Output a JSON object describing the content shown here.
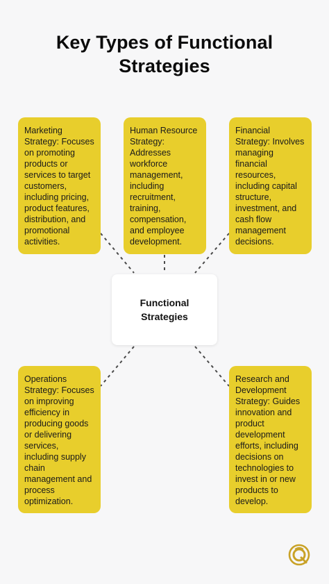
{
  "title": "Key Types of Functional Strategies",
  "center": {
    "label": "Functional Strategies"
  },
  "nodes": [
    {
      "id": "marketing",
      "text": "Marketing Strategy: Focuses on promoting products or services to target customers, including pricing, product features, distribution, and promotional activities."
    },
    {
      "id": "human-resource",
      "text": "Human Resource Strategy: Addresses workforce management, including recruitment, training, compensation, and employee development."
    },
    {
      "id": "financial",
      "text": "Financial Strategy: Involves managing financial resources, including capital structure, investment, and cash flow management decisions."
    },
    {
      "id": "operations",
      "text": "Operations Strategy: Focuses on improving efficiency in producing goods or delivering services, including supply chain management and process optimization."
    },
    {
      "id": "research-development",
      "text": "Research and Development Strategy: Guides innovation and product development efforts, including decisions on technologies to invest in or new products to develop."
    }
  ],
  "colors": {
    "node_fill": "#e8ce2c",
    "center_fill": "#ffffff",
    "background": "#f7f7f8",
    "connector": "#4a4a4a",
    "logo": "#c9a227"
  },
  "logo": {
    "icon": "brand-logo-icon"
  }
}
